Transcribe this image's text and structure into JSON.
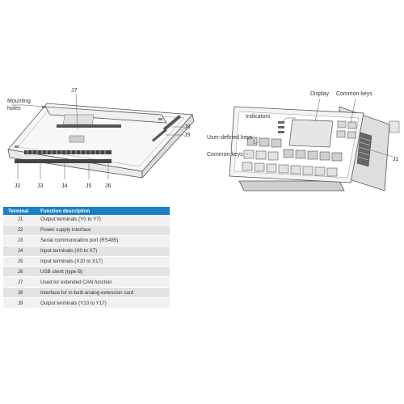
{
  "left_diagram": {
    "labels": {
      "mounting_holes_line1": "Mounting",
      "mounting_holes_line2": "holes",
      "j7": "J7",
      "j8": "J8",
      "j9": "J9",
      "j2": "J2",
      "j3": "J3",
      "j4": "J4",
      "j5": "J5",
      "j6": "J6"
    }
  },
  "right_diagram": {
    "labels": {
      "display": "Display",
      "common_keys_top": "Common keys",
      "indicators": "Indicators",
      "user_defined_keys": "User-defined keys",
      "common_keys_left": "Common keys",
      "j1": "J1"
    }
  },
  "table": {
    "headers": [
      "Terminal",
      "Function description"
    ],
    "rows": [
      [
        "J1",
        "Output terminals (Y0 to Y7)"
      ],
      [
        "J2",
        "Power supply interface"
      ],
      [
        "J3",
        "Serial communication port (RS485)"
      ],
      [
        "J4",
        "Input terminals (X0 to X7)"
      ],
      [
        "J5",
        "Input terminals (X10 to X17)"
      ],
      [
        "J6",
        "USB client (type B)"
      ],
      [
        "J7",
        "Used for extended CAN function"
      ],
      [
        "J8",
        "Interface for in-built analog extension card"
      ],
      [
        "J9",
        "Output terminals (Y10 to Y17)"
      ]
    ]
  },
  "colors": {
    "header_bg": "#1b7fc4",
    "header_text": "#ffffff",
    "row_odd": "#f1f1f1",
    "row_even": "#e3e3e3"
  }
}
